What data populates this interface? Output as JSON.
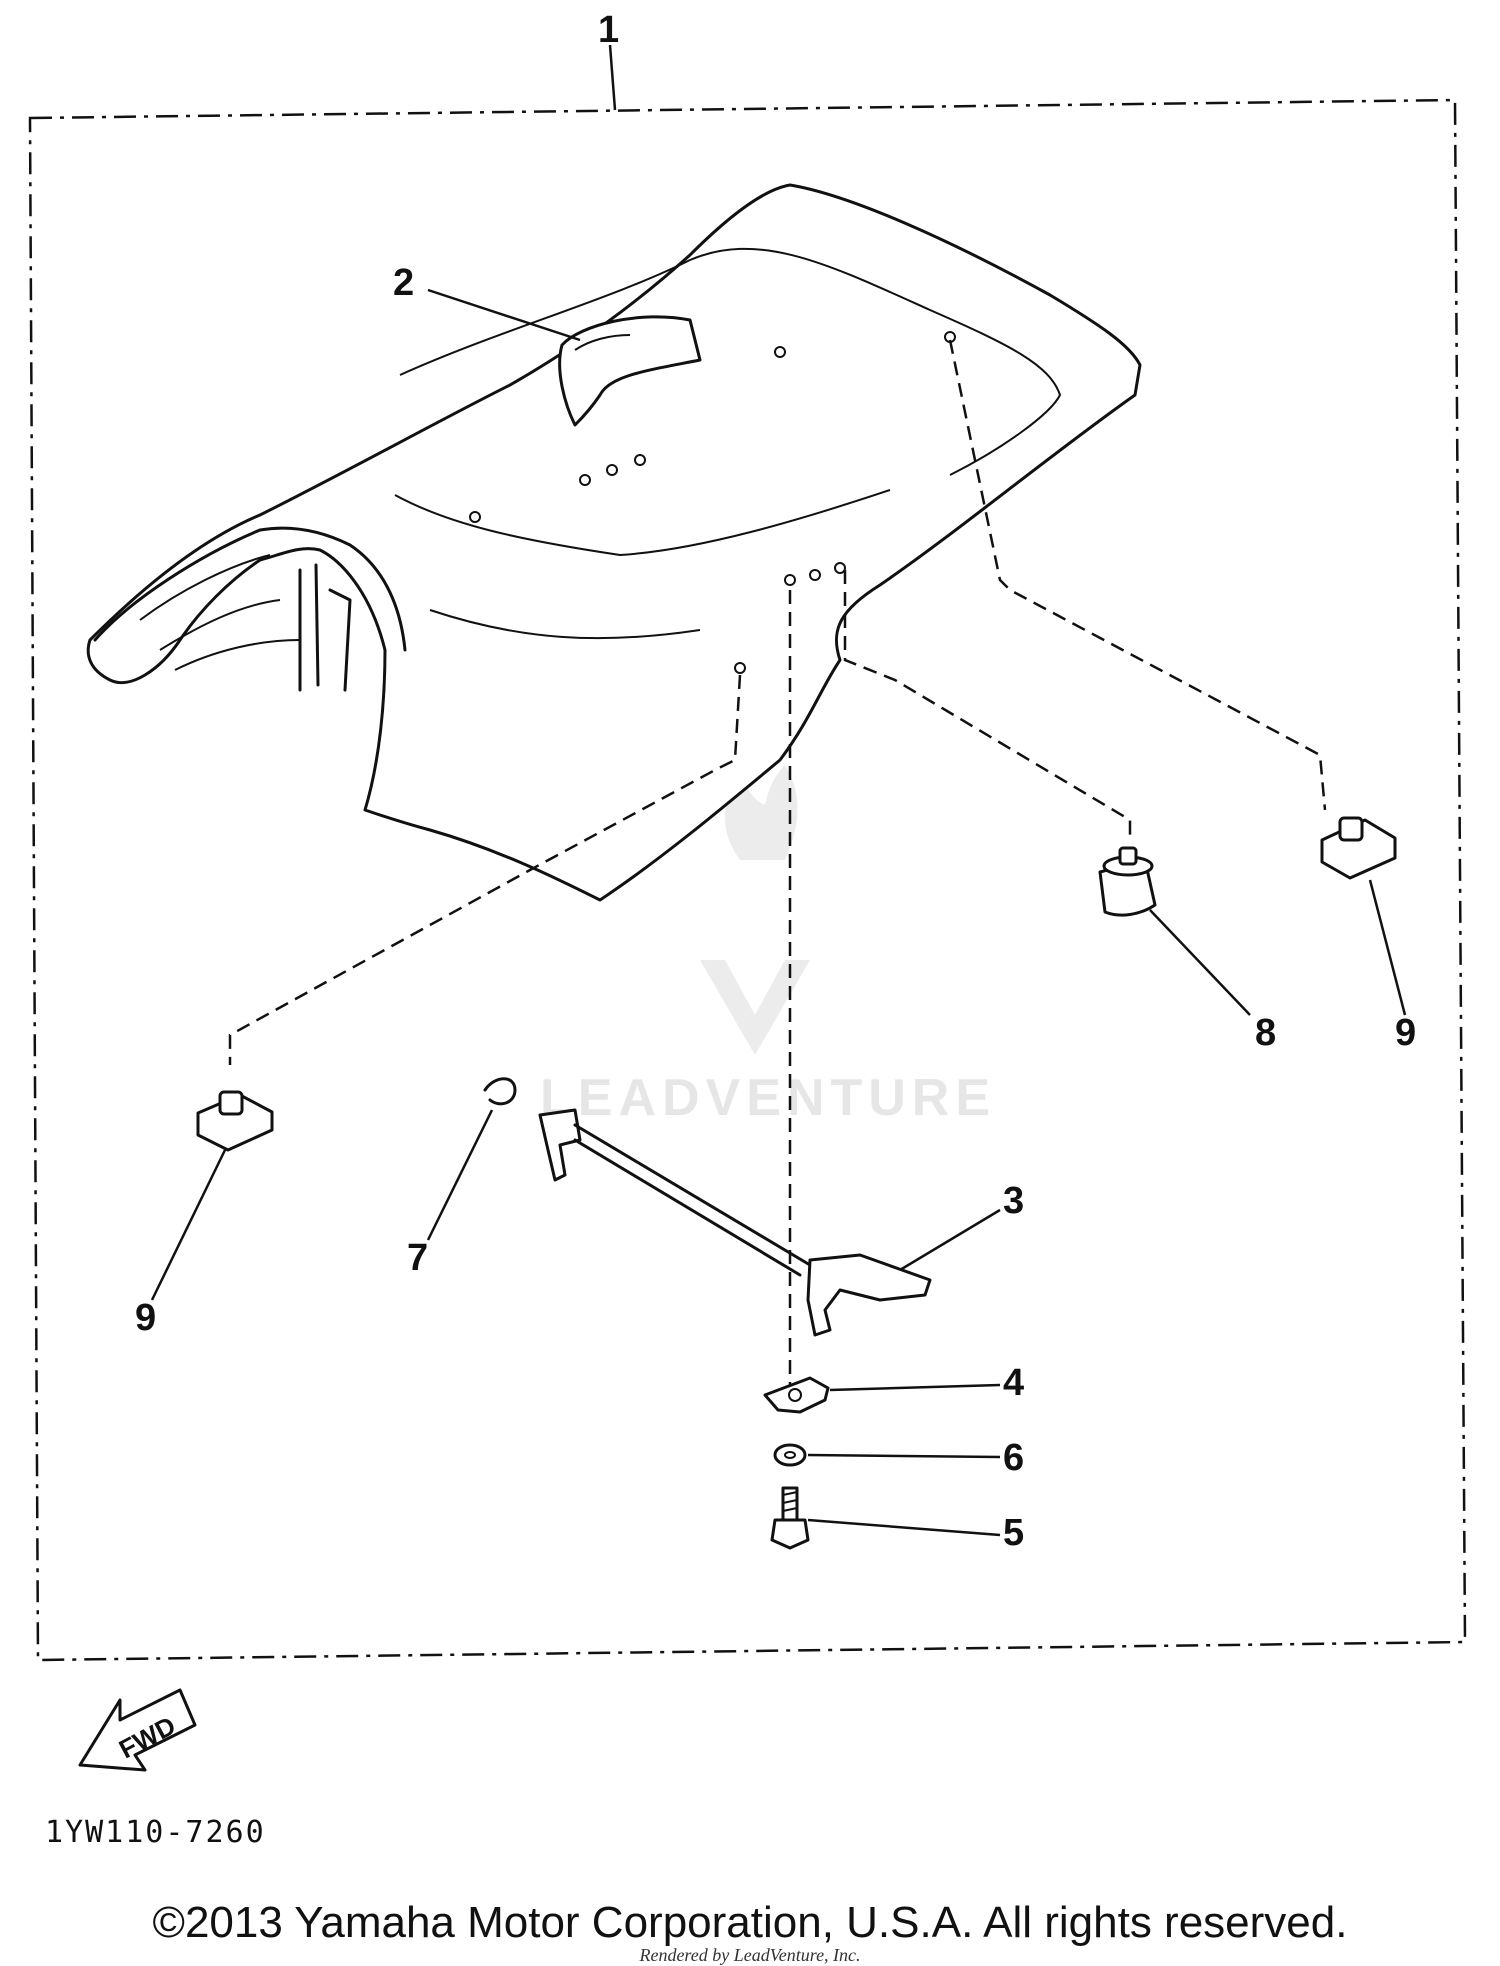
{
  "diagram": {
    "callouts": [
      "1",
      "2",
      "3",
      "4",
      "5",
      "6",
      "7",
      "8",
      "9",
      "9"
    ],
    "direction_label": "FWD",
    "reference_code": "1YW110-7260",
    "watermark": "LEADVENTURE",
    "copyright": "©2013 Yamaha Motor Corporation, U.S.A. All rights reserved.",
    "rendered_by": "Rendered by LeadVenture, Inc."
  }
}
